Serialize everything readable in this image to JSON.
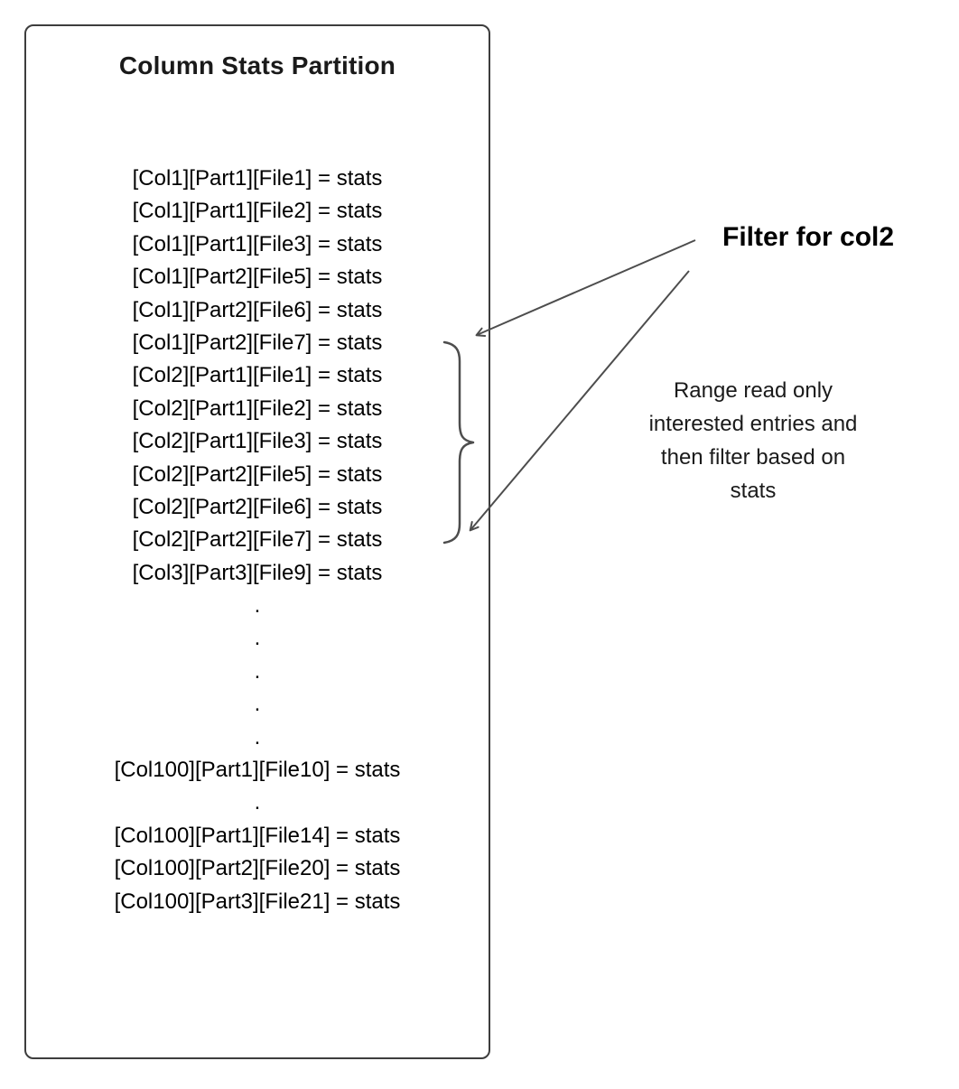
{
  "diagram": {
    "box": {
      "title": "Column Stats Partition",
      "entries": [
        "[Col1][Part1][File1] = stats",
        "[Col1][Part1][File2] = stats",
        "[Col1][Part1][File3] = stats",
        "[Col1][Part2][File5] = stats",
        "[Col1][Part2][File6] = stats",
        "[Col1][Part2][File7] = stats",
        "[Col2][Part1][File1] = stats",
        "[Col2][Part1][File2] = stats",
        "[Col2][Part1][File3] = stats",
        "[Col2][Part2][File5] = stats",
        "[Col2][Part2][File6] = stats",
        "[Col2][Part2][File7] = stats",
        "[Col3][Part3][File9] = stats",
        ".",
        ".",
        ".",
        ".",
        ".",
        "[Col100][Part1][File10] = stats",
        ".",
        "[Col100][Part1][File14] = stats",
        "[Col100][Part2][File20] = stats",
        "[Col100][Part3][File21] = stats"
      ]
    },
    "annotations": {
      "filter_label": "Filter for col2",
      "range_note_lines": [
        "Range read only",
        "interested entries and",
        "then filter based on",
        "stats"
      ]
    },
    "colors": {
      "stroke": "#4d4d4d",
      "border": "#3d3d3d",
      "text": "#000000"
    }
  }
}
